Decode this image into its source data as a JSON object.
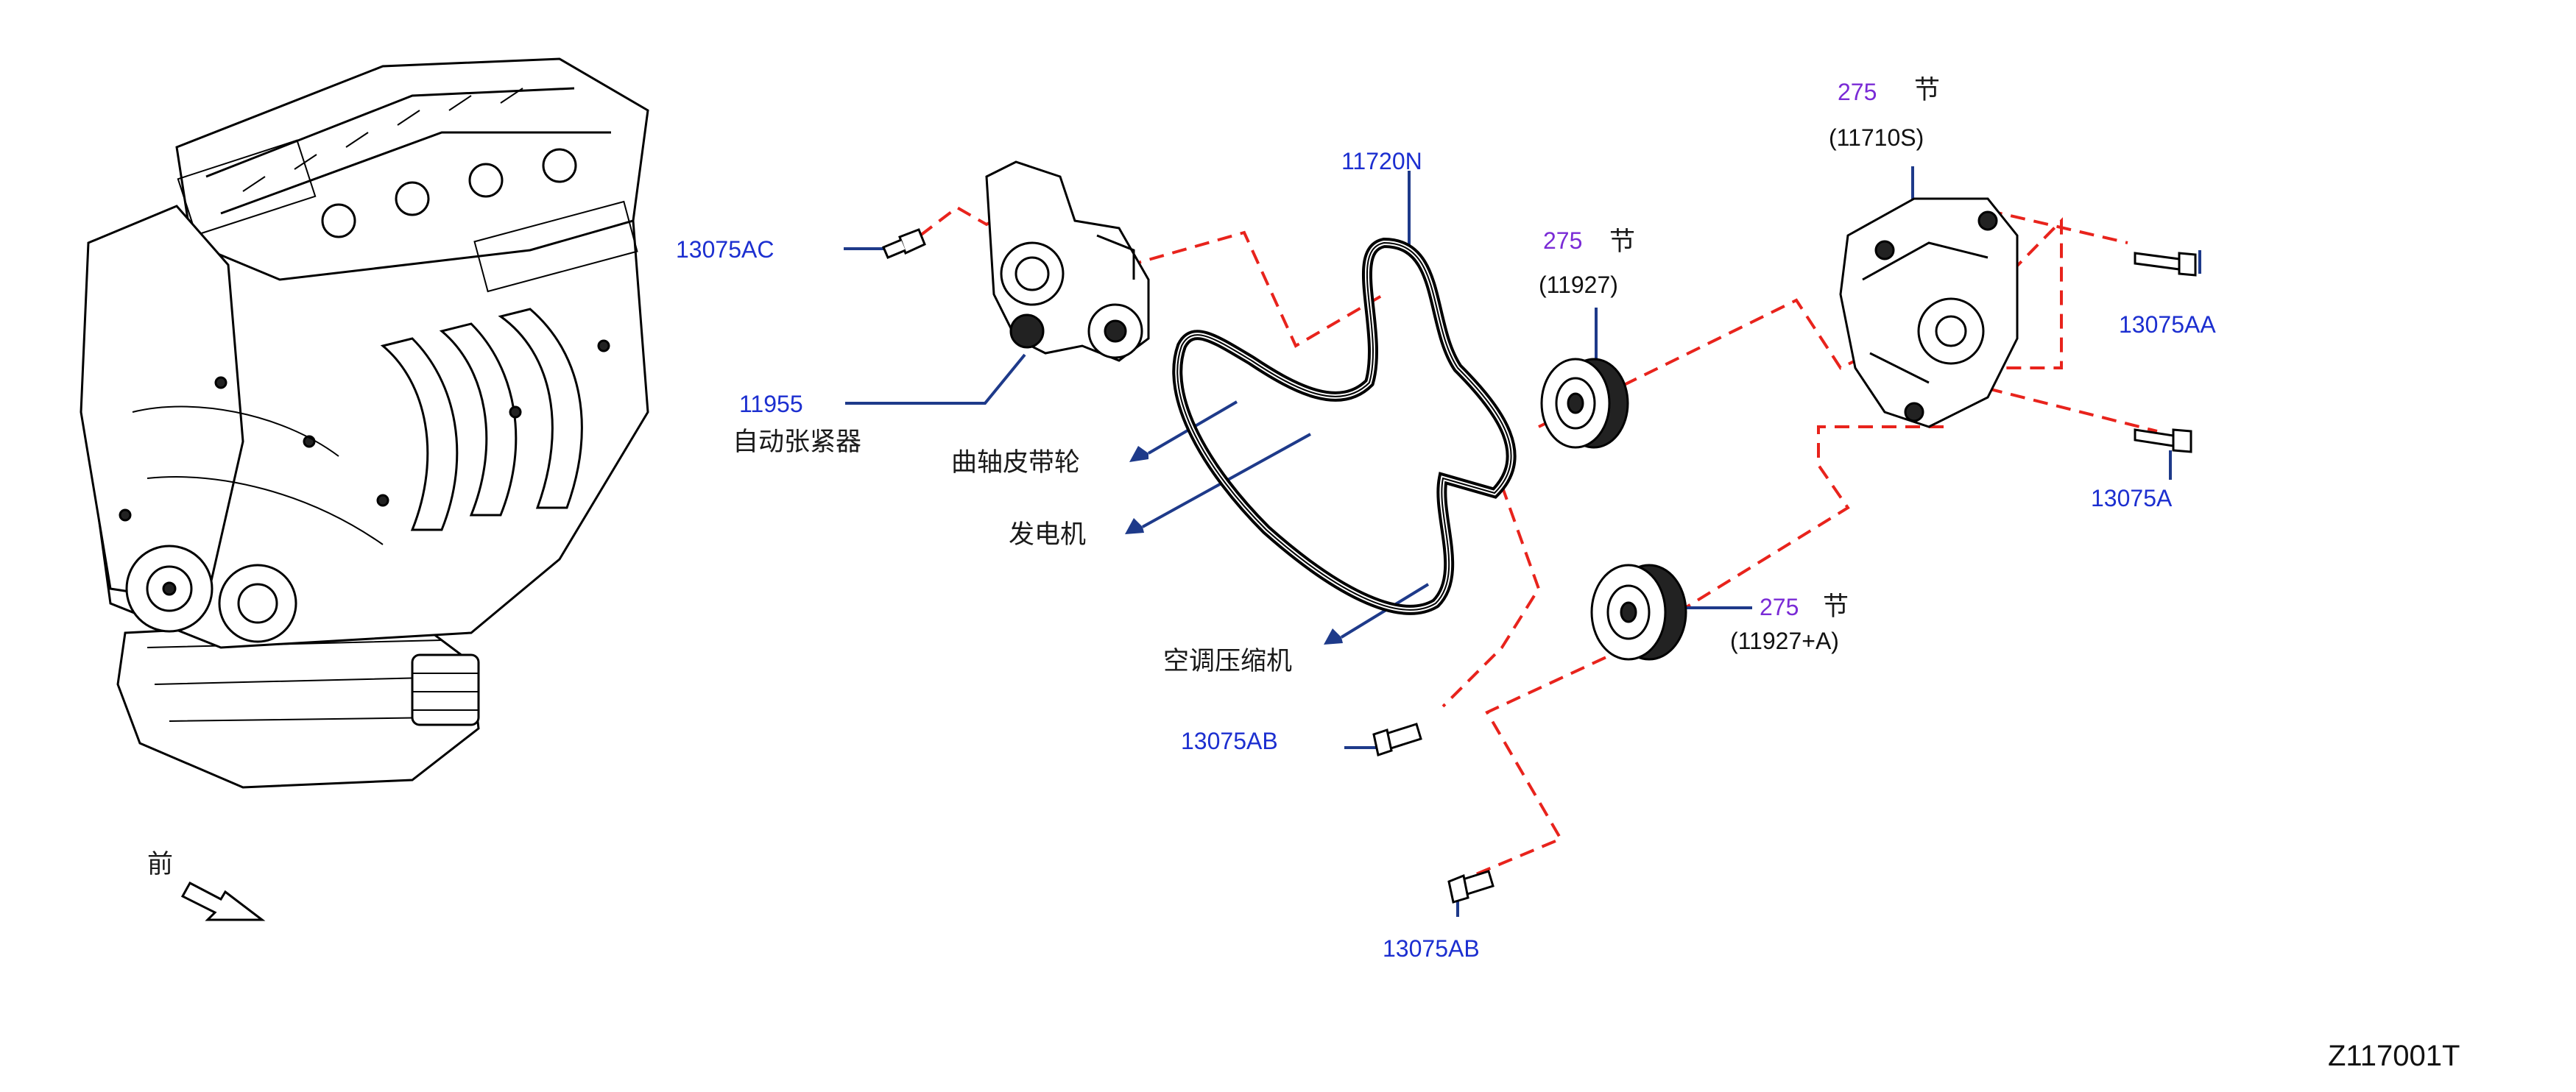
{
  "diagram": {
    "parts": {
      "p13075AC": "13075AC",
      "p11955": "11955",
      "p11720N": "11720N",
      "p11927": "(11927)",
      "p11710S": "(11710S)",
      "p13075AA": "13075AA",
      "p13075A": "13075A",
      "p11927A": "(11927+A)",
      "p13075AB_1": "13075AB",
      "p13075AB_2": "13075AB"
    },
    "section_refs": {
      "ref1_num": "275",
      "ref1_text": "节",
      "ref2_num": "275",
      "ref2_text": "节",
      "ref3_num": "275",
      "ref3_text": "节"
    },
    "chinese_labels": {
      "tensioner": "自动张紧器",
      "crank_pulley": "曲轴皮带轮",
      "alternator": "发电机",
      "ac_compressor": "空调压缩机",
      "front": "前"
    },
    "diagram_code": "Z117001T",
    "colors": {
      "part_number": "#1c2fd0",
      "section_ref": "#7a2bd6",
      "dashed_line": "#e8231c",
      "leader_line": "#1e3a8a"
    }
  }
}
